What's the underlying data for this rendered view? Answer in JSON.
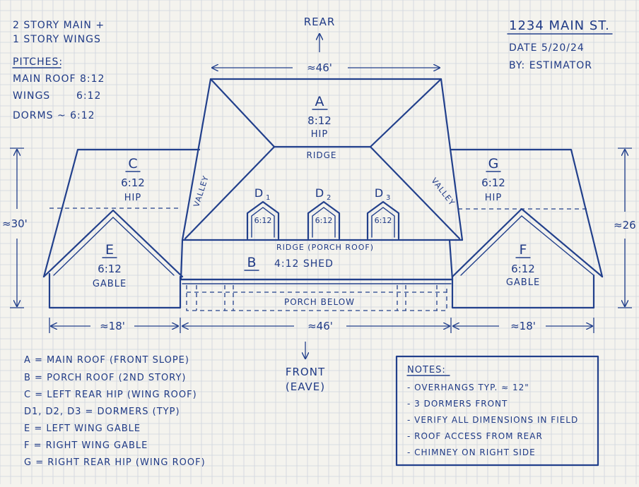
{
  "title_left": {
    "line1": "2 STORY MAIN +",
    "line2": "1 STORY WINGS"
  },
  "pitches": {
    "heading": "PITCHES:",
    "main": "MAIN ROOF 8:12",
    "wings_label": "WINGS",
    "wings_value": "6:12",
    "dorms": "DORMS ~ 6:12"
  },
  "address": {
    "street": "1234 MAIN ST.",
    "date": "DATE 5/20/24",
    "by": "BY: ESTIMATOR"
  },
  "direction": {
    "rear": "REAR",
    "front": "FRONT",
    "front_sub": "(EAVE)"
  },
  "dimensions": {
    "top": "≈46'",
    "left_height": "≈30'",
    "right_height": "≈26",
    "bottom_left": "≈18'",
    "bottom_center": "≈46'",
    "bottom_right": "≈18'"
  },
  "sections": {
    "A": {
      "letter": "A",
      "pitch": "8:12",
      "type": "HIP"
    },
    "B": {
      "letter": "B",
      "desc": "4:12 SHED"
    },
    "C": {
      "letter": "C",
      "pitch": "6:12",
      "type": "HIP"
    },
    "E": {
      "letter": "E",
      "pitch": "6:12",
      "type": "GABLE"
    },
    "F": {
      "letter": "F",
      "pitch": "6:12",
      "type": "GABLE"
    },
    "G": {
      "letter": "G",
      "pitch": "6:12",
      "type": "HIP"
    }
  },
  "dormers": [
    {
      "label": "D1",
      "base": "D",
      "sub": "1",
      "pitch": "6:12"
    },
    {
      "label": "D2",
      "base": "D",
      "sub": "2",
      "pitch": "6:12"
    },
    {
      "label": "D3",
      "base": "D",
      "sub": "3",
      "pitch": "6:12"
    }
  ],
  "roof_labels": {
    "ridge": "RIDGE",
    "ridge_porch": "RIDGE (PORCH ROOF)",
    "valley_left": "VALLEY",
    "valley_right": "VALLEY",
    "porch_below": "PORCH BELOW"
  },
  "legend": [
    "A = MAIN ROOF (FRONT SLOPE)",
    "B = PORCH ROOF (2ND STORY)",
    "C = LEFT REAR HIP (WING ROOF)",
    "D1, D2, D3 = DORMERS (TYP)",
    "E = LEFT WING GABLE",
    "F = RIGHT WING GABLE",
    "G = RIGHT REAR HIP (WING ROOF)"
  ],
  "notes": {
    "heading": "NOTES:",
    "items": [
      "- OVERHANGS TYP. ≈ 12\"",
      "- 3 DORMERS FRONT",
      "- VERIFY ALL DIMENSIONS IN FIELD",
      "- ROOF ACCESS FROM REAR",
      "- CHIMNEY ON RIGHT SIDE"
    ]
  },
  "colors": {
    "ink": "#22408c",
    "paper": "#f4f3ee",
    "grid": "#cfd4dc"
  }
}
